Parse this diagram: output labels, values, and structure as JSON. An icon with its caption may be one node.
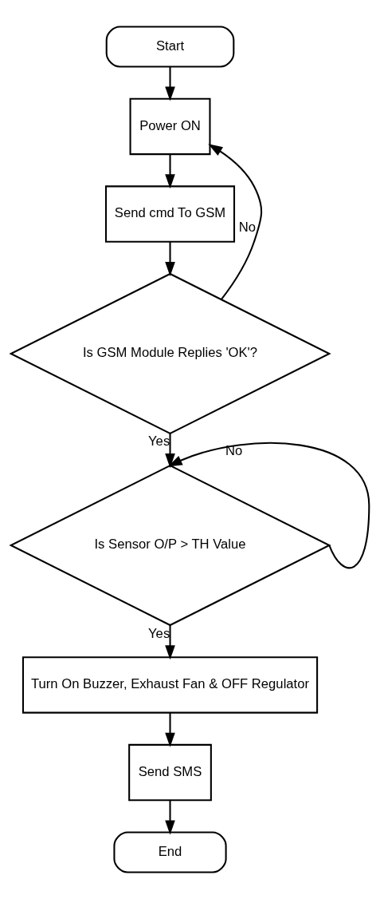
{
  "diagram": {
    "nodes": [
      {
        "text": [
          "Start"
        ]
      },
      {
        "text": [
          "Power ON"
        ]
      },
      {
        "text": [
          "Send cmd To GSM"
        ]
      },
      {
        "text": [
          "Is GSM Module Replies 'OK'?"
        ]
      },
      {
        "text": [
          "Is Sensor O/P > TH Value"
        ]
      },
      {
        "text": [
          "Turn On Buzzer, Exhaust Fan & OFF Regulator"
        ]
      },
      {
        "text": [
          "Send SMS"
        ]
      },
      {
        "text": [
          "End"
        ]
      }
    ],
    "edges": [
      {
        "from": 0,
        "to": 1,
        "arrow": "to"
      },
      {
        "from": 1,
        "to": 2,
        "arrow": "to"
      },
      {
        "from": 2,
        "to": 3,
        "arrow": "to"
      },
      {
        "from": 3,
        "to": 1,
        "arrow": "to",
        "label": "No"
      },
      {
        "from": 3,
        "to": 4,
        "arrow": "to",
        "label": "Yes"
      },
      {
        "from": 4,
        "to": 4,
        "arrow": "to",
        "label": "No"
      },
      {
        "from": 4,
        "to": 5,
        "arrow": "to",
        "label": "Yes"
      },
      {
        "from": 5,
        "to": 6,
        "arrow": "to"
      },
      {
        "from": 6,
        "to": 7,
        "arrow": "to"
      }
    ]
  }
}
